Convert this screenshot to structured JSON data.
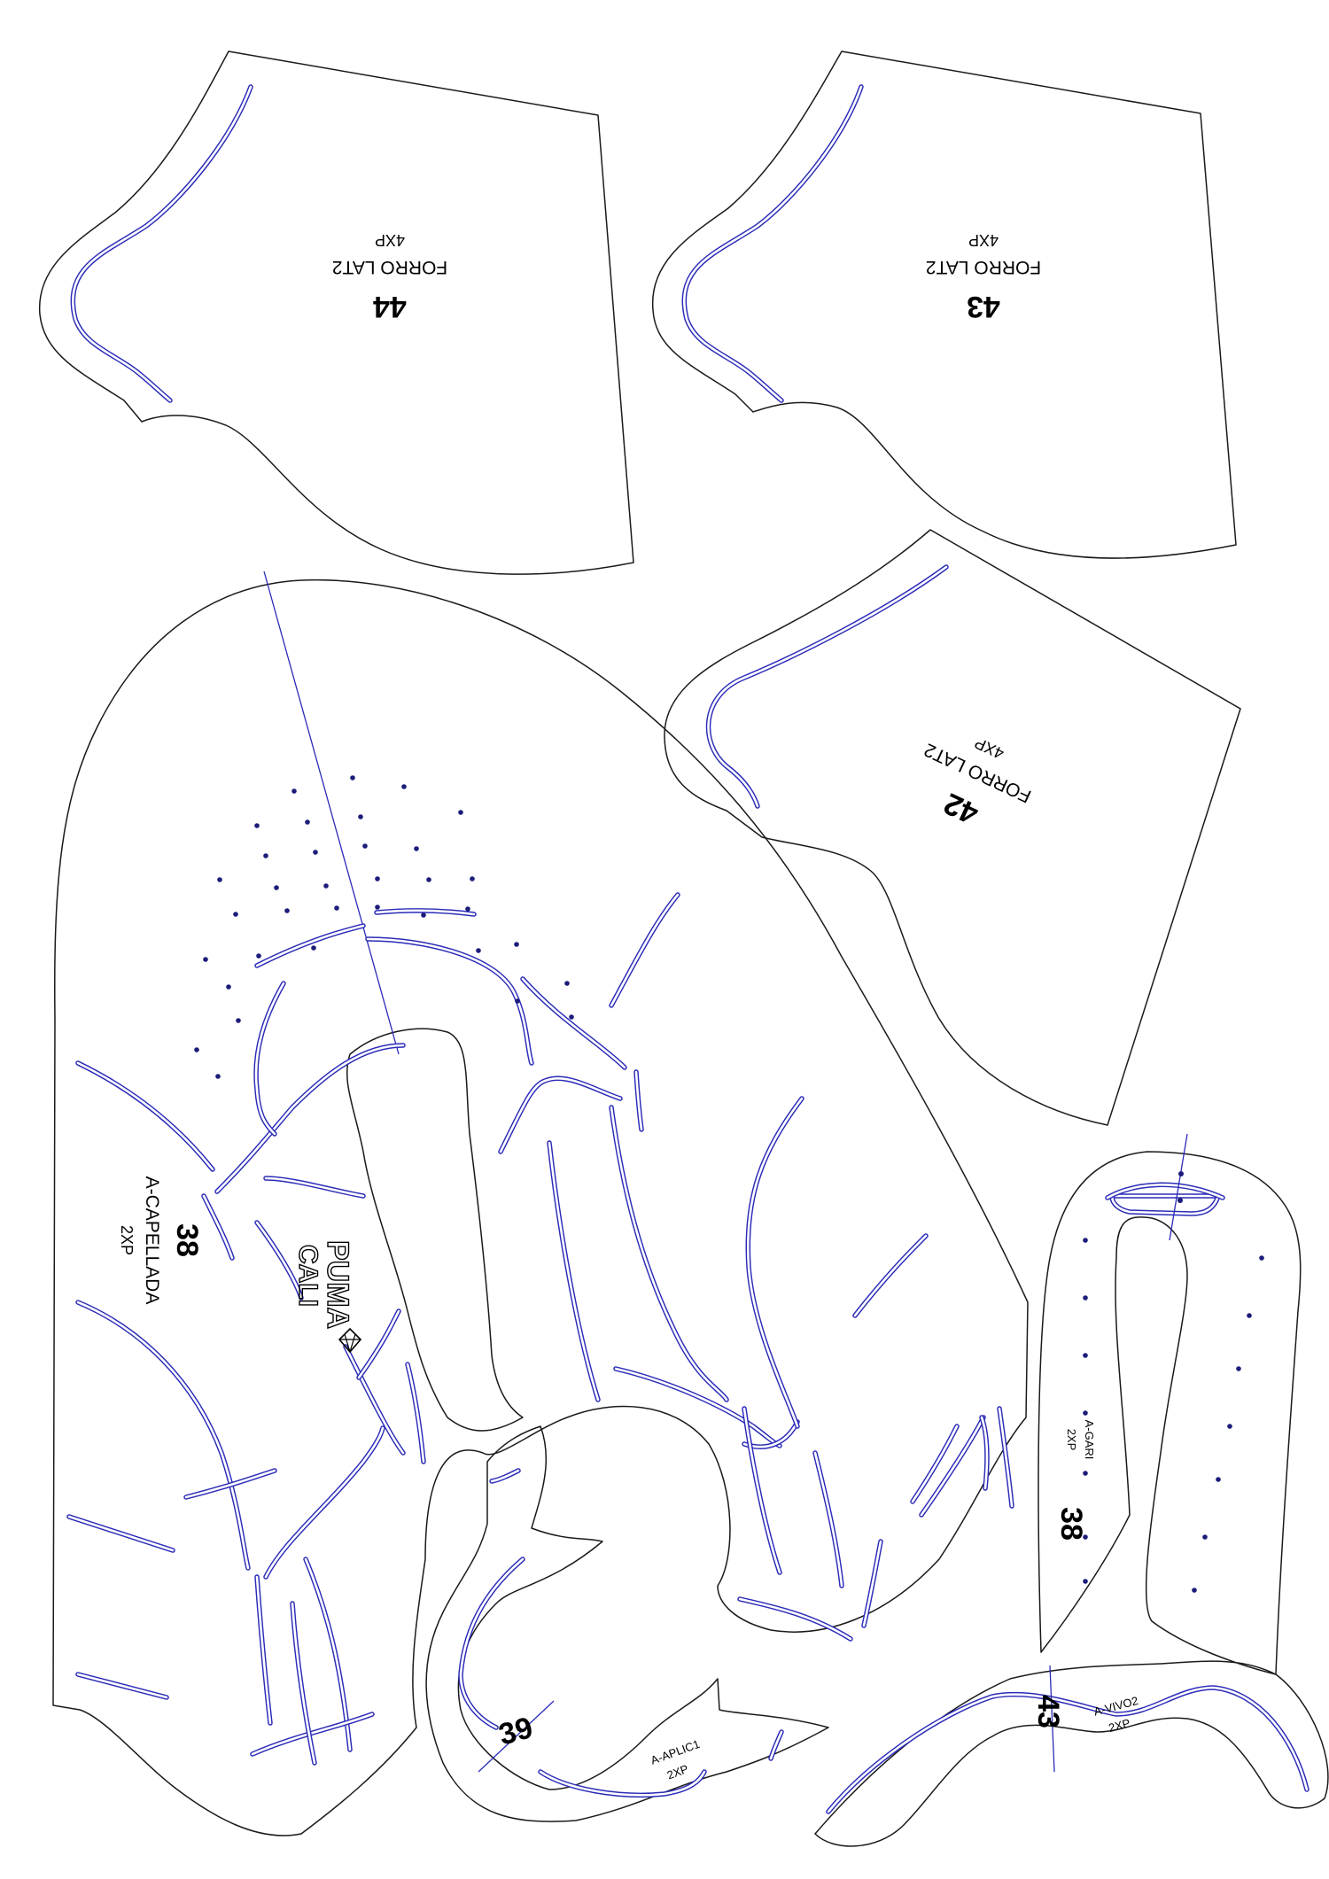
{
  "colors": {
    "outline": "#1a1a1a",
    "guide": "#2b2bb8",
    "dot": "#1c1c7a",
    "label": "#000000"
  },
  "pieces": [
    {
      "id": "forro-44",
      "number": "44",
      "name": "FORRO LAT2",
      "qty": "4XP"
    },
    {
      "id": "forro-43",
      "number": "43",
      "name": "FORRO LAT2",
      "qty": "4XP"
    },
    {
      "id": "forro-42",
      "number": "42",
      "name": "FORRO LAT2",
      "qty": "4XP"
    },
    {
      "id": "capellada-38",
      "number": "38",
      "name": "A-CAPELLADA",
      "qty": "2XP"
    },
    {
      "id": "gari-38",
      "number": "38",
      "name": "A-GARI",
      "qty": "2XP"
    },
    {
      "id": "aplic-39",
      "number": "39",
      "name": "A-APLIC1",
      "qty": "2XP"
    },
    {
      "id": "vivo-43",
      "number": "43",
      "name": "A-VIVO2",
      "qty": "2XP"
    }
  ],
  "logo": {
    "line1": "PUMA",
    "line2": "CALI",
    "icon": "diamond-logo-icon"
  }
}
